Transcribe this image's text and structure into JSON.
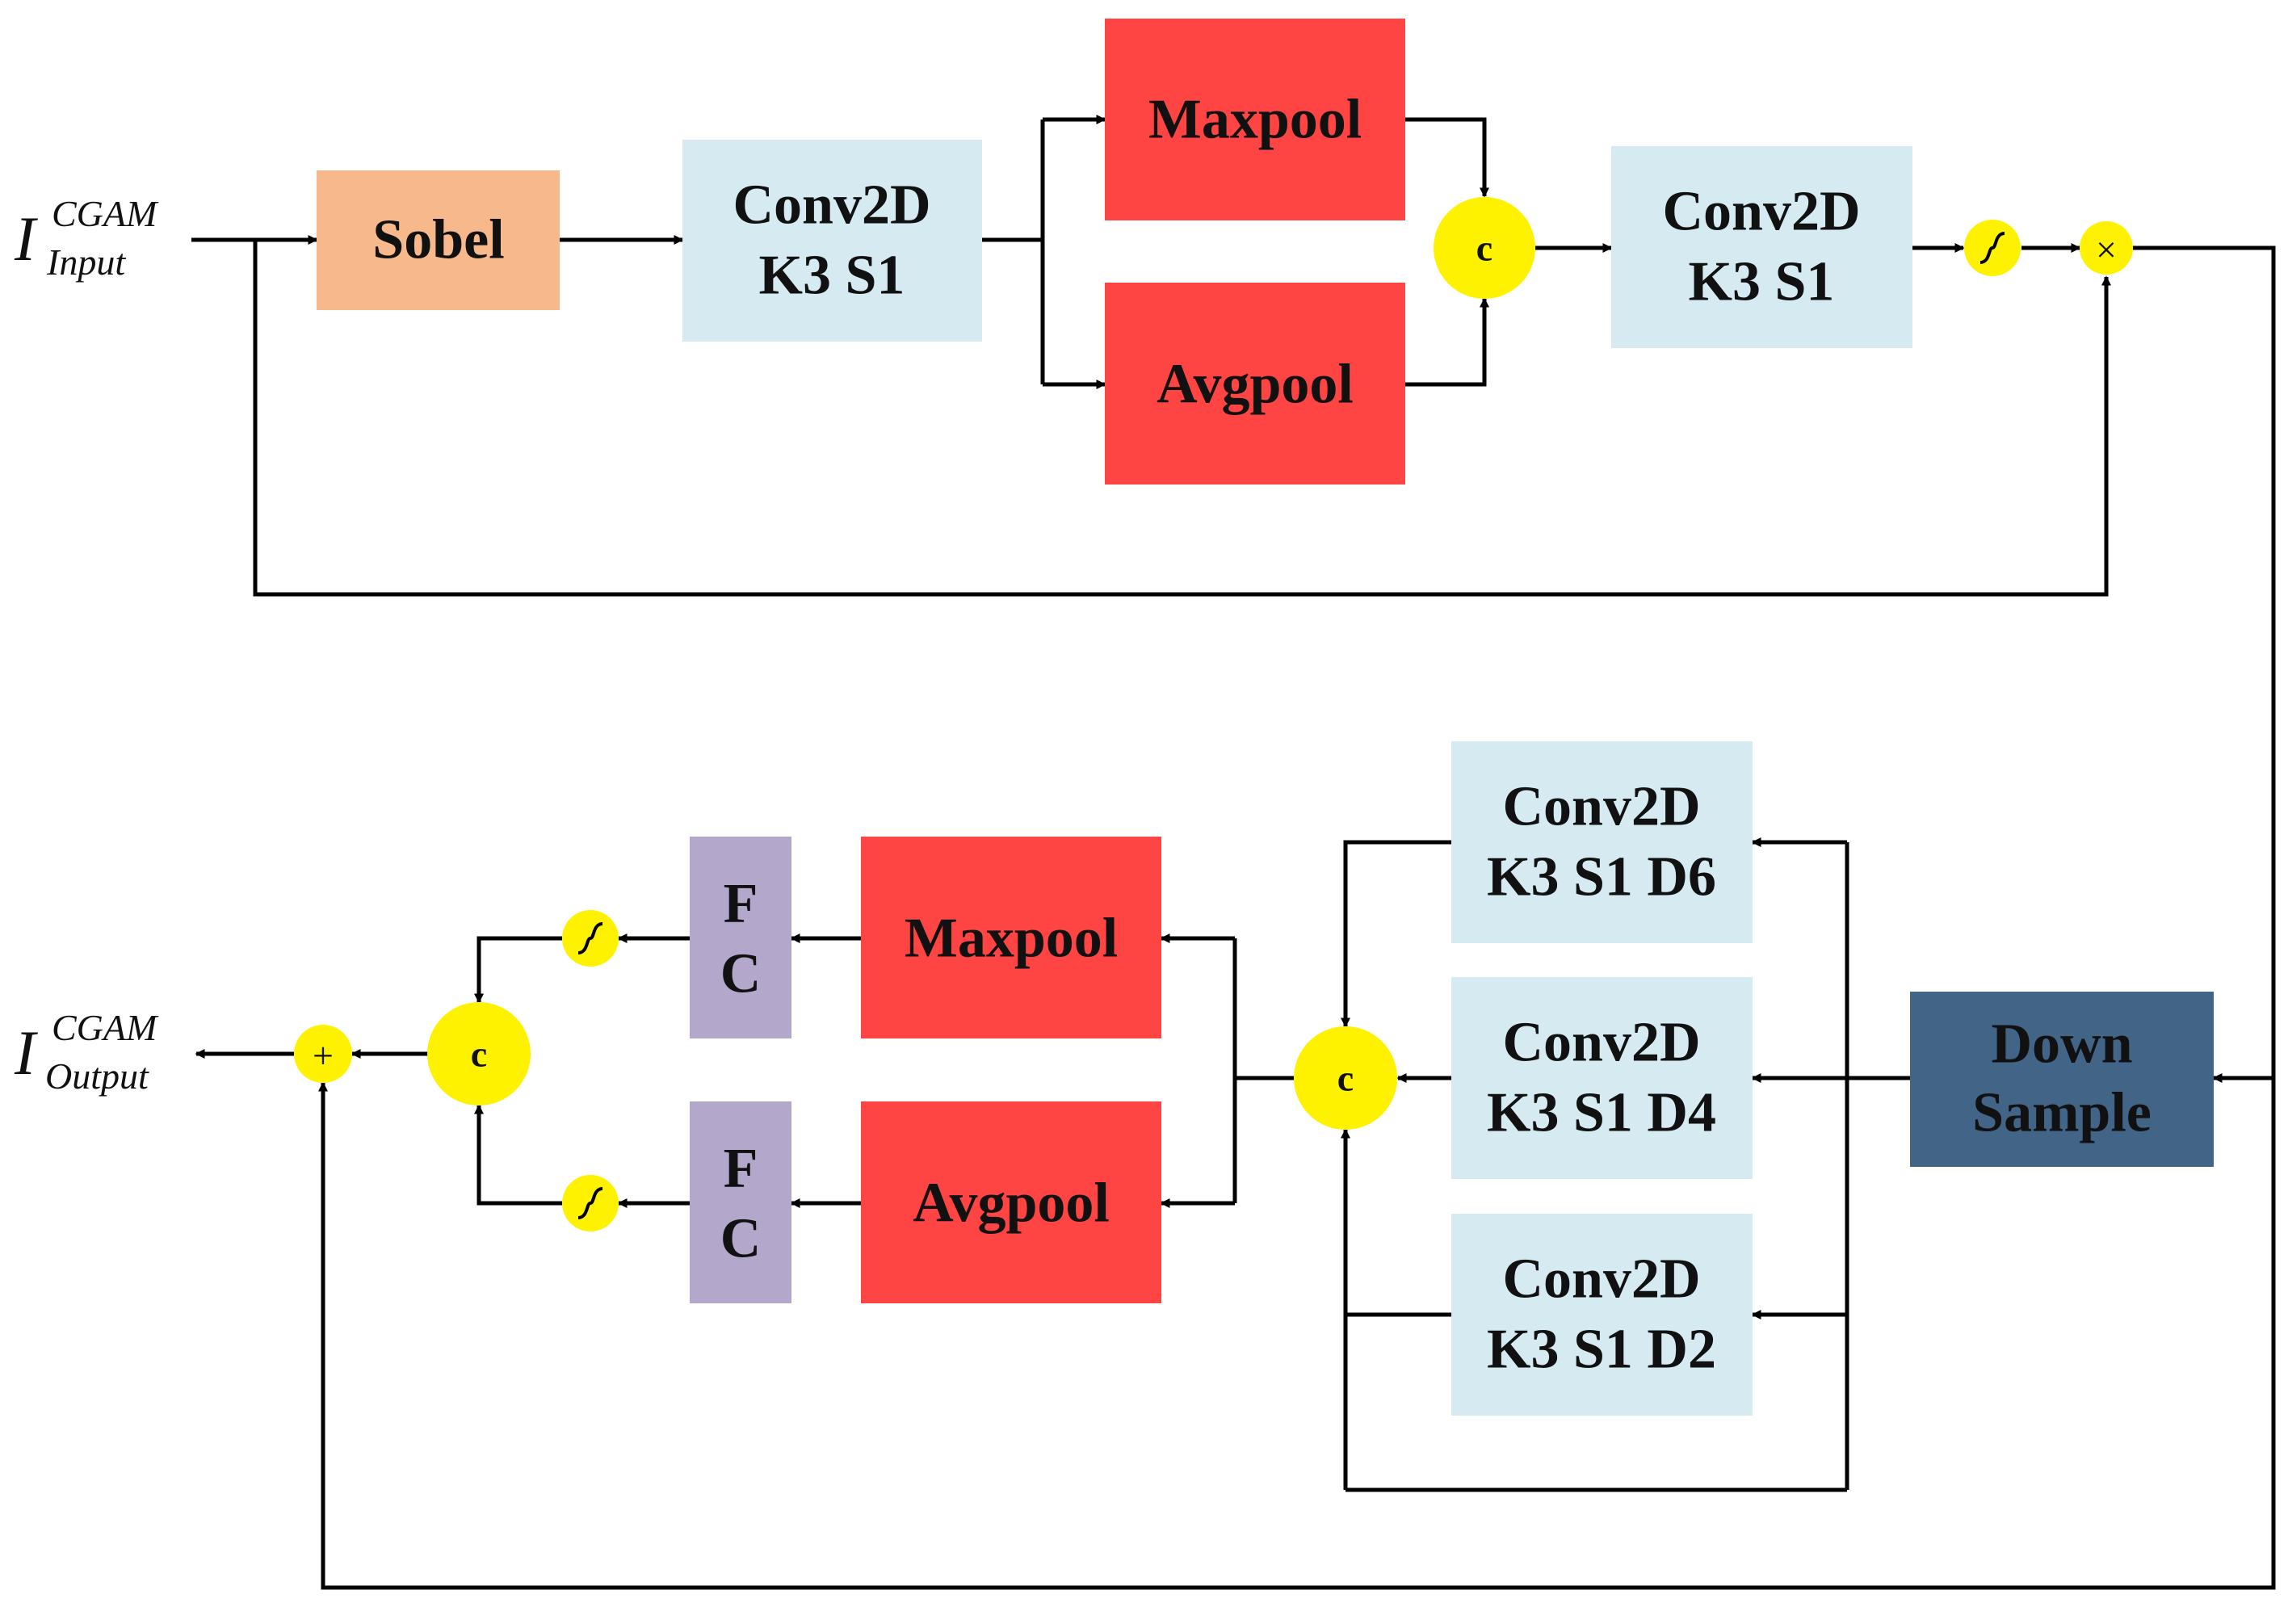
{
  "labels": {
    "input": {
      "main": "I",
      "sup": "CGAM",
      "sub": "Input"
    },
    "output": {
      "main": "I",
      "sup": "CGAM",
      "sub": "Output"
    }
  },
  "blocks": {
    "sobel": "Sobel",
    "conv_top_1": [
      "Conv2D",
      "K3 S1"
    ],
    "maxpool_top": "Maxpool",
    "avgpool_top": "Avgpool",
    "conv_top_2": [
      "Conv2D",
      "K3 S1"
    ],
    "conv_d6": [
      "Conv2D",
      "K3 S1 D6"
    ],
    "conv_d4": [
      "Conv2D",
      "K3 S1 D4"
    ],
    "conv_d2": [
      "Conv2D",
      "K3 S1 D2"
    ],
    "downsample": [
      "Down",
      "Sample"
    ],
    "maxpool_bottom": "Maxpool",
    "avgpool_bottom": "Avgpool",
    "fc_top": [
      "F",
      "C"
    ],
    "fc_bottom": [
      "F",
      "C"
    ]
  },
  "nodes": {
    "concat": "c",
    "multiply": "×",
    "add": "+"
  },
  "colors": {
    "sobel": "#F7B88B",
    "conv": "#D6EBF1",
    "pool": "#FF4444",
    "fc": "#B3A8CC",
    "downsample": "#426487",
    "node": "#FFF200",
    "line": "#000000"
  },
  "icons": {
    "sigmoid": "sigmoid-icon"
  }
}
